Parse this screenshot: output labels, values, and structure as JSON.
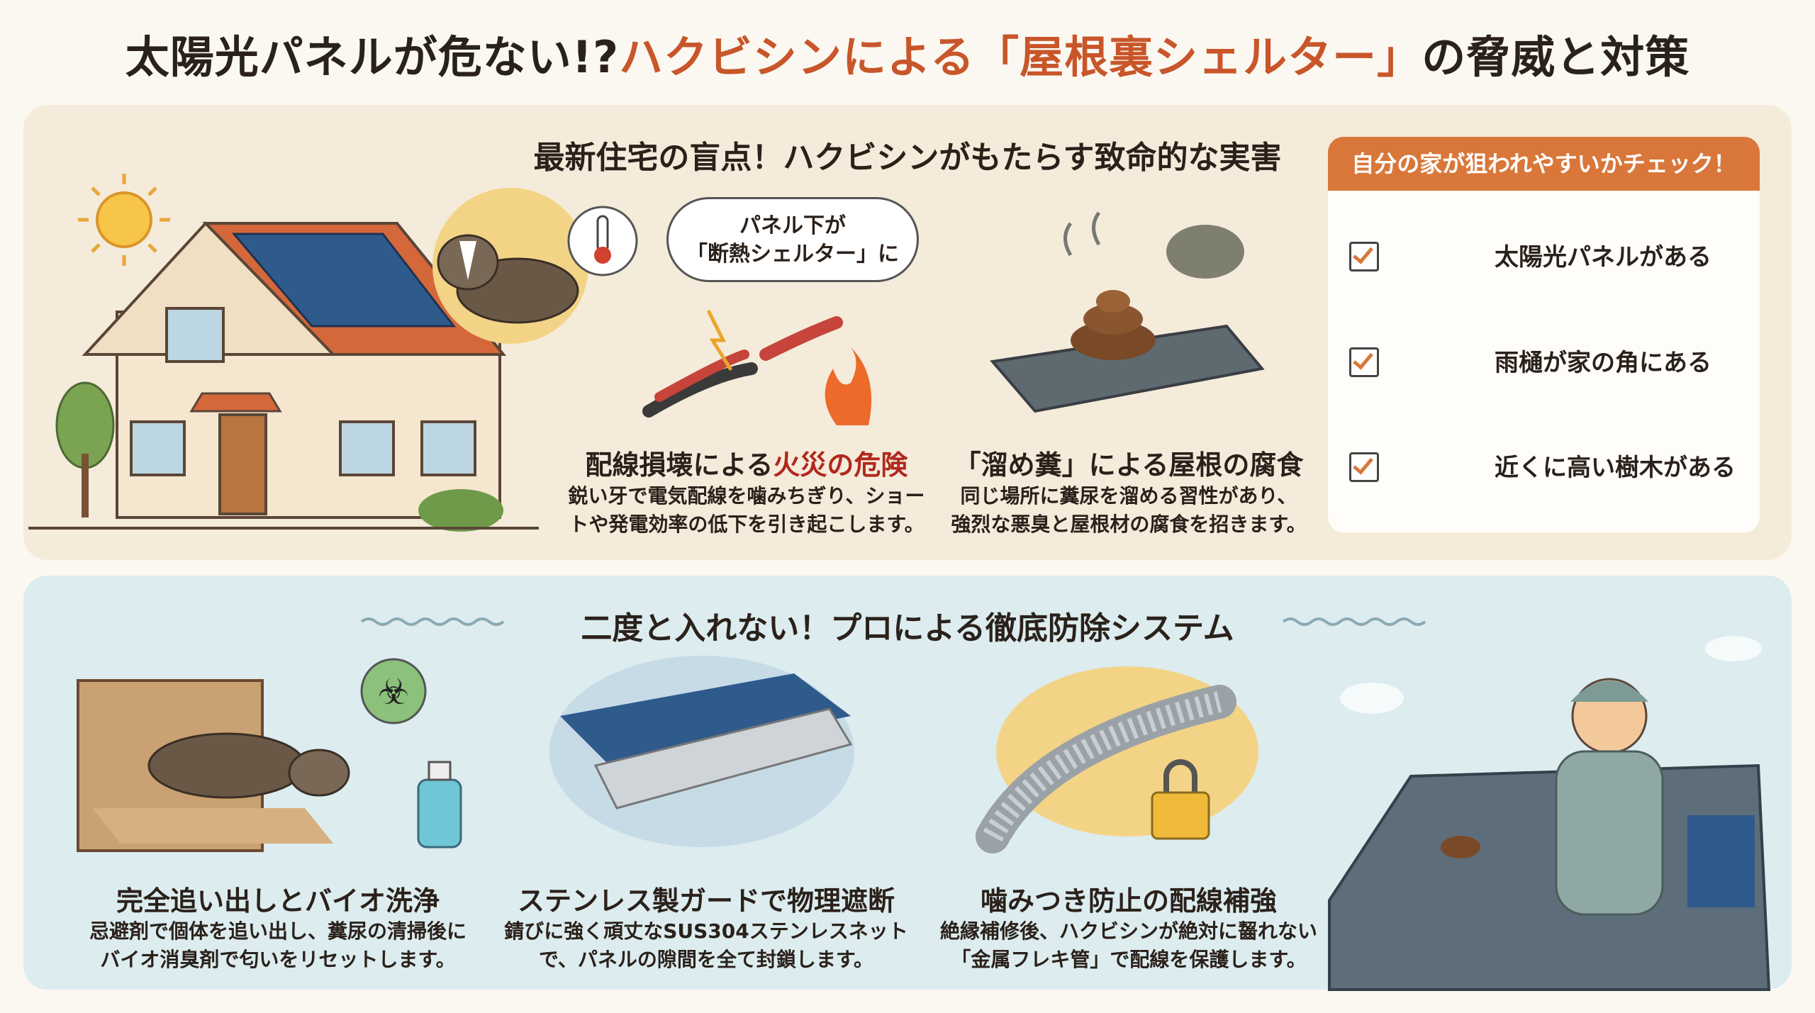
{
  "title": {
    "part1": "太陽光パネルが危ない!?",
    "highlight": "ハクビシンによる「屋根裏シェルター」",
    "part2": "の脅威と対策"
  },
  "colors": {
    "accent": "#c8562a",
    "top_panel": "#f5ebda",
    "bottom_panel": "#dcecef",
    "check_header": "#d9773a",
    "danger": "#b0281e"
  },
  "damage": {
    "heading": "最新住宅の盲点！ハクビシンがもたらす致命的な実害",
    "bubble": {
      "line1": "パネル下が",
      "line2": "「断熱シェルター」に"
    },
    "items": [
      {
        "title_a": "配線損壊による",
        "title_b": "火災の危険",
        "desc1": "鋭い牙で電気配線を噛みちぎり、ショー",
        "desc2": "トや発電効率の低下を引き起こします。"
      },
      {
        "title_a": "「溜め糞」による屋根の腐食",
        "title_b": "",
        "desc1": "同じ場所に糞尿を溜める習性があり、",
        "desc2": "強烈な悪臭と屋根材の腐食を招きます。"
      }
    ]
  },
  "checklist": {
    "header": "自分の家が狙われやすいかチェック！",
    "items": [
      {
        "label": "太陽光パネルがある",
        "checked": true,
        "icon": "solar-panel-icon"
      },
      {
        "label": "雨樋が家の角にある",
        "checked": true,
        "icon": "rain-gutter-icon"
      },
      {
        "label": "近くに高い樹木がある",
        "checked": true,
        "icon": "tree-house-icon"
      }
    ]
  },
  "solutions": {
    "heading": "二度と入れない！プロによる徹底防除システム",
    "items": [
      {
        "title": "完全追い出しとバイオ洗浄",
        "desc1": "忌避剤で個体を追い出し、糞尿の清掃後に",
        "desc2": "バイオ消臭剤で匂いをリセットします。"
      },
      {
        "title": "ステンレス製ガードで物理遮断",
        "desc1": "錆びに強く頑丈なSUS304ステンレスネット",
        "desc2": "で、パネルの隙間を全て封鎖します。"
      },
      {
        "title": "噛みつき防止の配線補強",
        "desc1": "絶縁補修後、ハクビシンが絶対に齧れない",
        "desc2": "「金属フレキ管」で配線を保護します。"
      }
    ]
  }
}
